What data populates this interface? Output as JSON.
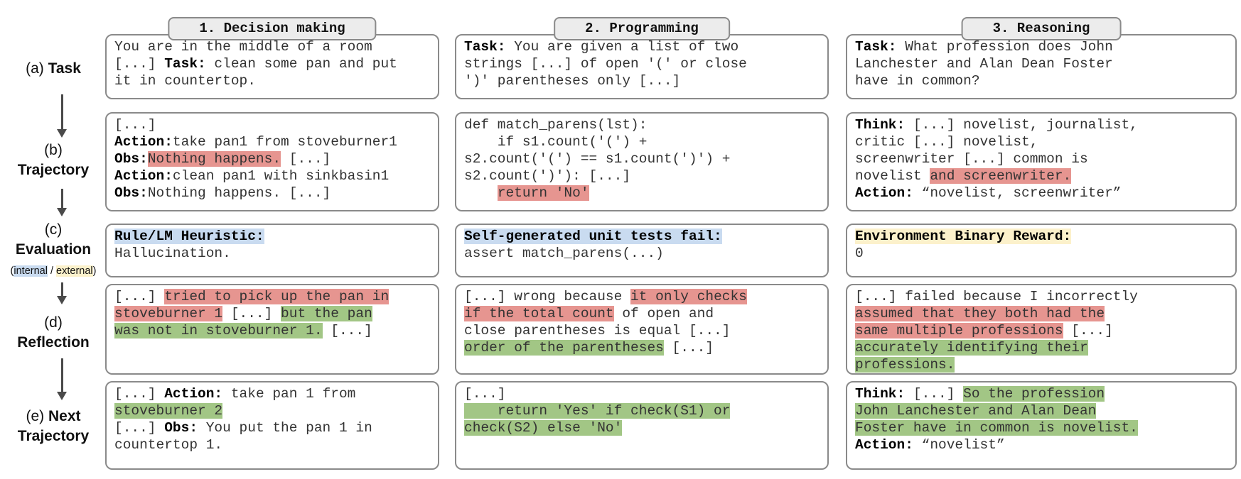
{
  "colors": {
    "hl-red": "#e69590",
    "hl-green": "#a2c685",
    "hl-blue": "#c9dbf0",
    "hl-yellow": "#fcf1cb",
    "border": "#8a8a8a",
    "tab-bg": "#ececec",
    "arrow": "#4a4a4a"
  },
  "columns": [
    {
      "header": "1. Decision making"
    },
    {
      "header": "2. Programming"
    },
    {
      "header": "3. Reasoning"
    }
  ],
  "rail": {
    "a": {
      "prefix": "(a) ",
      "label": "Task"
    },
    "b": {
      "prefix": "(b)",
      "label": "Trajectory"
    },
    "c": {
      "prefix": "(c)",
      "label": "Evaluation",
      "sub": [
        {
          "t": "("
        },
        {
          "t": "internal",
          "hl": "blue"
        },
        {
          "t": " / "
        },
        {
          "t": "external",
          "hl": "yellow"
        },
        {
          "t": ")"
        }
      ]
    },
    "d": {
      "prefix": "(d)",
      "label": "Reflection"
    },
    "e": {
      "prefix": "(e) ",
      "label": "Next",
      "label2": "Trajectory"
    }
  },
  "cells": {
    "task": {
      "decision": [
        {
          "t": "You are in the middle of a room\n[...] "
        },
        {
          "t": "Task:",
          "b": true
        },
        {
          "t": " clean some pan and put\nit in countertop."
        }
      ],
      "programming": [
        {
          "t": "Task:",
          "b": true
        },
        {
          "t": " You are given a list of two\nstrings [...] of open '(' or close\n')' parentheses only [...]"
        }
      ],
      "reasoning": [
        {
          "t": "Task:",
          "b": true
        },
        {
          "t": " What profession does John\nLanchester and Alan Dean Foster\nhave in common?"
        }
      ]
    },
    "trajectory": {
      "decision": [
        {
          "t": "[...]\n"
        },
        {
          "t": "Action:",
          "b": true
        },
        {
          "t": "take pan1 from stoveburner1\n"
        },
        {
          "t": "Obs:",
          "b": true
        },
        {
          "t": "Nothing happens.",
          "hl": "red"
        },
        {
          "t": " [...]\n"
        },
        {
          "t": "Action:",
          "b": true
        },
        {
          "t": "clean pan1 with sinkbasin1\n"
        },
        {
          "t": "Obs:",
          "b": true
        },
        {
          "t": "Nothing happens. [...]"
        }
      ],
      "programming": [
        {
          "t": "def match_parens(lst):\n    if s1.count('(') +\ns2.count('(') == s1.count(')') +\ns2.count(')'): [...]\n    "
        },
        {
          "t": "return 'No'",
          "hl": "red"
        }
      ],
      "reasoning": [
        {
          "t": "Think:",
          "b": true
        },
        {
          "t": " [...] novelist, journalist,\ncritic [...] novelist,\nscreenwriter [...] common is\nnovelist "
        },
        {
          "t": "and screenwriter.",
          "hl": "red"
        },
        {
          "t": "\n"
        },
        {
          "t": "Action:",
          "b": true
        },
        {
          "t": " “novelist, screenwriter”"
        }
      ]
    },
    "evaluation": {
      "decision": [
        {
          "t": "Rule/LM Heuristic:",
          "b": true,
          "hl": "blue"
        },
        {
          "t": "\nHallucination."
        }
      ],
      "programming": [
        {
          "t": "Self-generated unit tests fail:",
          "b": true,
          "hl": "blue"
        },
        {
          "t": "\nassert match_parens(...)"
        }
      ],
      "reasoning": [
        {
          "t": "Environment Binary Reward:",
          "b": true,
          "hl": "yellow"
        },
        {
          "t": "\n0"
        }
      ]
    },
    "reflection": {
      "decision": [
        {
          "t": "[...] "
        },
        {
          "t": "tried to pick up the pan in\nstoveburner 1",
          "hl": "red"
        },
        {
          "t": " [...] "
        },
        {
          "t": "but the pan\nwas not in stoveburner 1.",
          "hl": "green"
        },
        {
          "t": " [...]"
        }
      ],
      "programming": [
        {
          "t": "[...] wrong because "
        },
        {
          "t": "it only checks\nif the total count",
          "hl": "red"
        },
        {
          "t": " of open and\nclose parentheses is equal [...]\n"
        },
        {
          "t": "order of the parentheses",
          "hl": "green"
        },
        {
          "t": " [...]"
        }
      ],
      "reasoning": [
        {
          "t": "[...] failed because I incorrectly\n"
        },
        {
          "t": "assumed that they both had the\nsame multiple professions",
          "hl": "red"
        },
        {
          "t": " [...]\n"
        },
        {
          "t": "accurately identifying their\nprofessions.",
          "hl": "green"
        }
      ]
    },
    "next_trajectory": {
      "decision": [
        {
          "t": "[...] "
        },
        {
          "t": "Action:",
          "b": true
        },
        {
          "t": " take pan 1 from\n"
        },
        {
          "t": "stoveburner 2",
          "hl": "green"
        },
        {
          "t": "\n[...] "
        },
        {
          "t": "Obs:",
          "b": true
        },
        {
          "t": " You put the pan 1 in\ncountertop 1."
        }
      ],
      "programming": [
        {
          "t": "[...]\n"
        },
        {
          "t": "    return 'Yes' if check(S1) or\ncheck(S2) else 'No'",
          "hl": "green"
        }
      ],
      "reasoning": [
        {
          "t": "Think:",
          "b": true
        },
        {
          "t": " [...] "
        },
        {
          "t": "So the profession\nJohn Lanchester and Alan Dean\nFoster have in common is novelist.",
          "hl": "green"
        },
        {
          "t": "\n"
        },
        {
          "t": "Action:",
          "b": true
        },
        {
          "t": " “novelist”"
        }
      ]
    }
  }
}
